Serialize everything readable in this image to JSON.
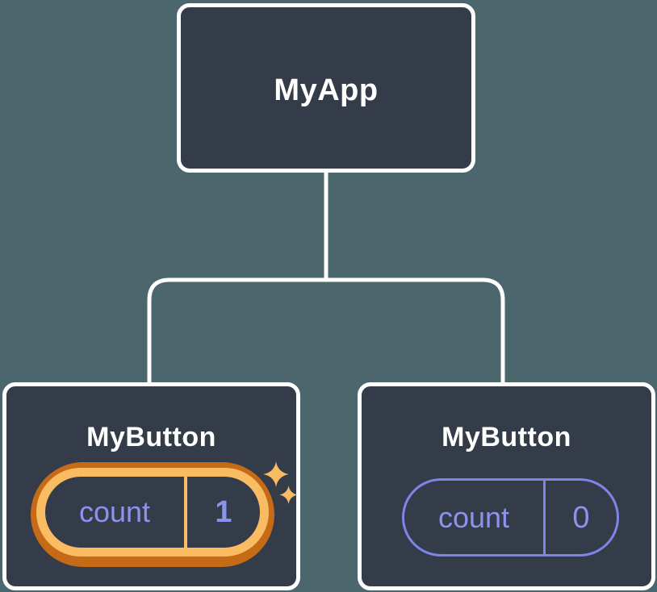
{
  "tree": {
    "root": {
      "label": "MyApp"
    },
    "children": [
      {
        "label": "MyButton",
        "state_name": "count",
        "state_value": "1",
        "highlighted": true
      },
      {
        "label": "MyButton",
        "state_name": "count",
        "state_value": "0",
        "highlighted": false
      }
    ]
  },
  "icons": {
    "highlight": "sparkle-icon (two four-pointed stars)"
  },
  "colors": {
    "background": "#4C666D",
    "node_fill": "#343B49",
    "node_border": "#FFFFFF",
    "connector": "#FFFFFF",
    "label_text": "#FFFFFF",
    "state_text": "#8B93EE",
    "state_border": "#7D85E8",
    "highlight_outer": "#C56A16",
    "highlight_inner": "#FABC62"
  }
}
